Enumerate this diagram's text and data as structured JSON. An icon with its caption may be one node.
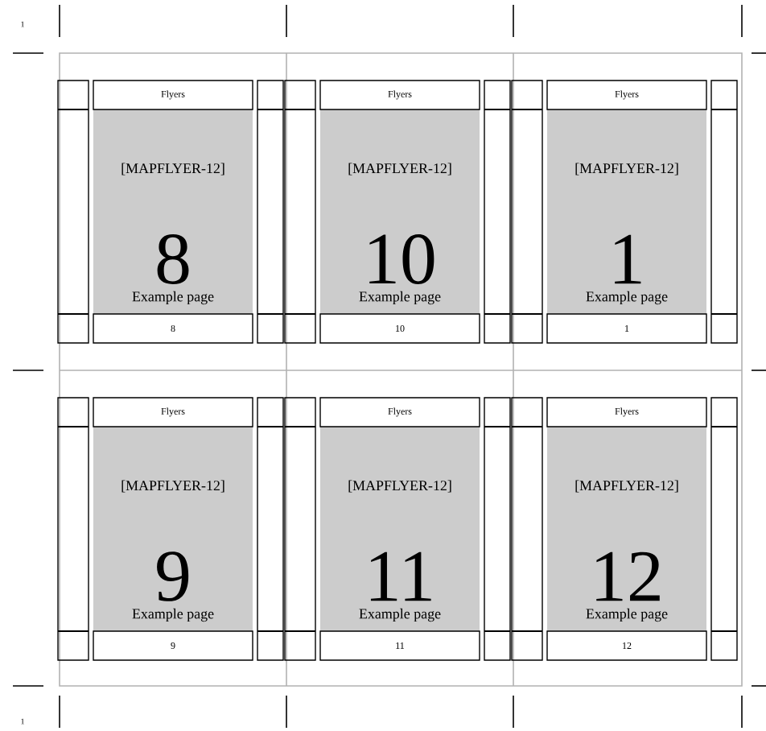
{
  "diagram": {
    "nodes": [
      {
        "text": [
          "Flyers",
          "[MAPFLYER-12]",
          "8",
          "Example page",
          "8"
        ]
      },
      {
        "text": [
          "Flyers",
          "[MAPFLYER-12]",
          "10",
          "Example page",
          "10"
        ]
      },
      {
        "text": [
          "Flyers",
          "[MAPFLYER-12]",
          "1",
          "Example page",
          "1"
        ]
      },
      {
        "text": [
          "Flyers",
          "[MAPFLYER-12]",
          "9",
          "Example page",
          "9"
        ]
      },
      {
        "text": [
          "Flyers",
          "[MAPFLYER-12]",
          "11",
          "Example page",
          "11"
        ]
      },
      {
        "text": [
          "Flyers",
          "[MAPFLYER-12]",
          "12",
          "Example page",
          "12"
        ]
      }
    ],
    "labels": [
      "1",
      "1"
    ]
  }
}
